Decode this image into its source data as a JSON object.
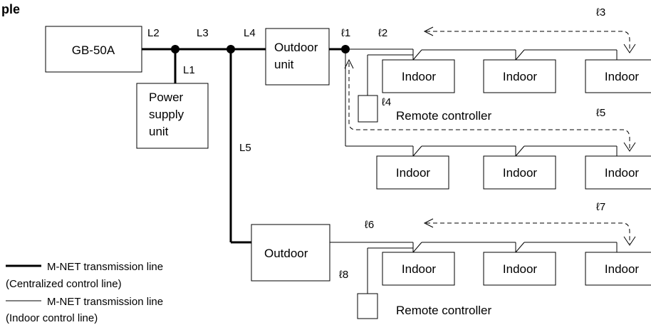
{
  "title_fragment": "ple",
  "devices": {
    "gb50a": "GB-50A",
    "power_supply": [
      "Power",
      "supply",
      "unit"
    ],
    "outdoor_unit_1": [
      "Outdoor",
      "unit"
    ],
    "outdoor_unit_2": "Outdoor",
    "indoor": "Indoor",
    "remote_controller": "Remote controller"
  },
  "line_labels": {
    "L1": "L1",
    "L2": "L2",
    "L3": "L3",
    "L4": "L4",
    "L5": "L5",
    "l1": "ℓ1",
    "l2": "ℓ2",
    "l3": "ℓ3",
    "l4": "ℓ4",
    "l5": "ℓ5",
    "l6": "ℓ6",
    "l7": "ℓ7",
    "l8": "ℓ8"
  },
  "legend": {
    "thick_line": [
      "M-NET transmission line",
      "(Centralized control line)"
    ],
    "thin_line": [
      "M-NET transmission line",
      "(Indoor control line)"
    ]
  }
}
